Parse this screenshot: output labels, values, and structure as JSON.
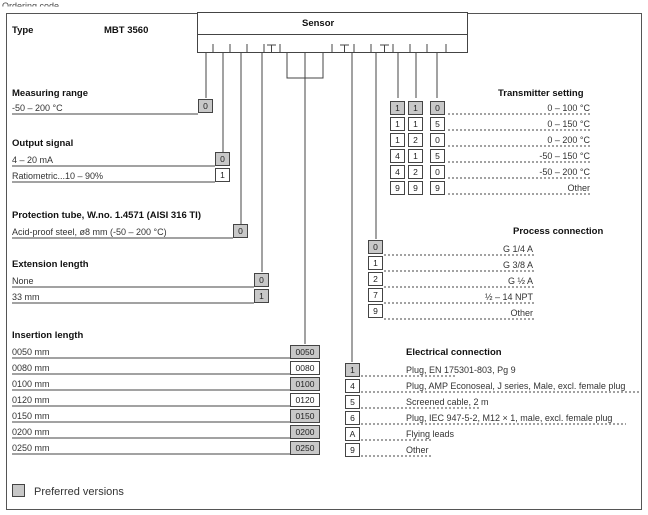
{
  "figure_title": "Ordering code",
  "header": {
    "type_label": "Type",
    "model": "MBT 3560",
    "sensor_label": "Sensor"
  },
  "measuring_range": {
    "title": "Measuring range",
    "rows": [
      {
        "label": "-50 – 200 °C",
        "code": "0",
        "preferred": true
      }
    ]
  },
  "output_signal": {
    "title": "Output signal",
    "rows": [
      {
        "label": "4 – 20 mA",
        "code": "0",
        "preferred": true
      },
      {
        "label": "Ratiometric...10 – 90%",
        "code": "1",
        "preferred": false
      }
    ]
  },
  "protection_tube": {
    "title": "Protection tube, W.no. 1.4571 (AISI 316 TI)",
    "rows": [
      {
        "label": "Acid-proof steel, ø8 mm (-50 – 200 °C)",
        "code": "0",
        "preferred": true
      }
    ]
  },
  "extension_length": {
    "title": "Extension length",
    "rows": [
      {
        "label": "None",
        "code": "0",
        "preferred": true
      },
      {
        "label": "33 mm",
        "code": "1",
        "preferred": true
      }
    ]
  },
  "insertion_length": {
    "title": "Insertion length",
    "rows": [
      {
        "label": "0050 mm",
        "code": "0050",
        "preferred": true
      },
      {
        "label": "0080 mm",
        "code": "0080",
        "preferred": false
      },
      {
        "label": "0100 mm",
        "code": "0100",
        "preferred": true
      },
      {
        "label": "0120 mm",
        "code": "0120",
        "preferred": false
      },
      {
        "label": "0150 mm",
        "code": "0150",
        "preferred": true
      },
      {
        "label": "0200 mm",
        "code": "0200",
        "preferred": true
      },
      {
        "label": "0250 mm",
        "code": "0250",
        "preferred": true
      }
    ]
  },
  "transmitter_setting": {
    "title": "Transmitter setting",
    "rows": [
      {
        "codes": [
          "1",
          "1",
          "0"
        ],
        "preferred": [
          true,
          true,
          true
        ],
        "label": "0 – 100 °C"
      },
      {
        "codes": [
          "1",
          "1",
          "5"
        ],
        "preferred": [
          false,
          false,
          false
        ],
        "label": "0 – 150 °C"
      },
      {
        "codes": [
          "1",
          "2",
          "0"
        ],
        "preferred": [
          false,
          false,
          false
        ],
        "label": "0 – 200 °C"
      },
      {
        "codes": [
          "4",
          "1",
          "5"
        ],
        "preferred": [
          false,
          false,
          false
        ],
        "label": "-50 – 150 °C"
      },
      {
        "codes": [
          "4",
          "2",
          "0"
        ],
        "preferred": [
          false,
          false,
          false
        ],
        "label": "-50 – 200 °C"
      },
      {
        "codes": [
          "9",
          "9",
          "9"
        ],
        "preferred": [
          false,
          false,
          false
        ],
        "label": "Other"
      }
    ]
  },
  "process_connection": {
    "title": "Process connection",
    "rows": [
      {
        "code": "0",
        "preferred": true,
        "label": "G 1/4 A"
      },
      {
        "code": "1",
        "preferred": false,
        "label": "G 3/8 A"
      },
      {
        "code": "2",
        "preferred": false,
        "label": "G ½ A"
      },
      {
        "code": "7",
        "preferred": false,
        "label": "½ – 14 NPT"
      },
      {
        "code": "9",
        "preferred": false,
        "label": "Other"
      }
    ]
  },
  "electrical_connection": {
    "title": "Electrical connection",
    "rows": [
      {
        "code": "1",
        "preferred": true,
        "label": "Plug, EN 175301-803, Pg 9"
      },
      {
        "code": "4",
        "preferred": false,
        "label": "Plug, AMP Econoseal, J series, Male, excl. female plug"
      },
      {
        "code": "5",
        "preferred": false,
        "label": "Screened cable, 2 m"
      },
      {
        "code": "6",
        "preferred": false,
        "label": "Plug, IEC 947-5-2, M12 × 1, male, excl. female plug"
      },
      {
        "code": "A",
        "preferred": false,
        "label": "Flying leads"
      },
      {
        "code": "9",
        "preferred": false,
        "label": "Other"
      }
    ]
  },
  "legend": {
    "label": "Preferred versions"
  }
}
